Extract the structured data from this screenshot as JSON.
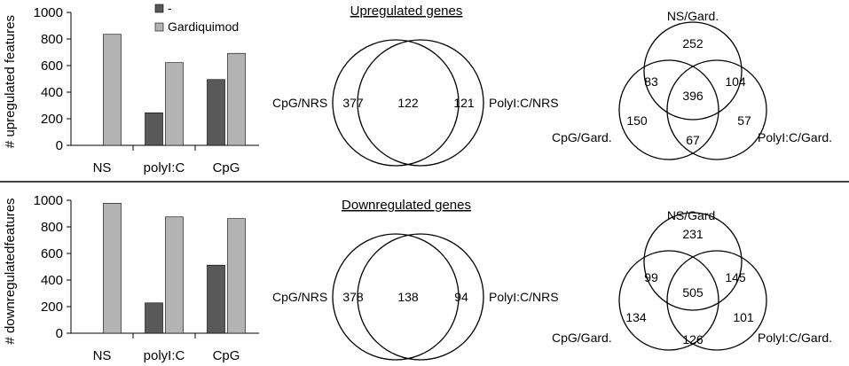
{
  "chart_data": [
    {
      "type": "bar",
      "panel": "upregulated",
      "categories": [
        "NS",
        "polyI:C",
        "CpG"
      ],
      "series": [
        {
          "name": "-",
          "color": "#595959",
          "values": [
            null,
            245,
            495
          ]
        },
        {
          "name": "Gardiquimod",
          "color": "#b3b3b3",
          "values": [
            835,
            622,
            692
          ]
        }
      ],
      "title": "",
      "xlabel": "",
      "ylabel": "# upregulated features",
      "ylim": [
        0,
        1000
      ],
      "yticks": [
        0,
        200,
        400,
        600,
        800,
        1000
      ],
      "grid": false,
      "legend": "top-right"
    },
    {
      "type": "bar",
      "panel": "downregulated",
      "categories": [
        "NS",
        "polyI:C",
        "CpG"
      ],
      "series": [
        {
          "name": "-",
          "color": "#595959",
          "values": [
            null,
            228,
            512
          ]
        },
        {
          "name": "Gardiquimod",
          "color": "#b3b3b3",
          "values": [
            978,
            875,
            862
          ]
        }
      ],
      "title": "",
      "xlabel": "",
      "ylabel": "# downregulatedfeatures",
      "ylim": [
        0,
        1000
      ],
      "yticks": [
        0,
        200,
        400,
        600,
        800,
        1000
      ],
      "grid": false,
      "legend": "none"
    }
  ],
  "venn": {
    "up": {
      "title": "Upregulated genes",
      "two_set": {
        "left_label": "CpG/NRS",
        "right_label": "PolyI:C/NRS",
        "left": "377",
        "both": "122",
        "right": "121"
      },
      "three_set": {
        "top_label": "NS/Gard.",
        "left_label": "CpG/Gard.",
        "right_label": "PolyI:C/Gard.",
        "top": "252",
        "left": "150",
        "right": "57",
        "top_left": "83",
        "top_right": "104",
        "left_right": "67",
        "center": "396"
      }
    },
    "down": {
      "title": "Downregulated genes",
      "two_set": {
        "left_label": "CpG/NRS",
        "right_label": "PolyI:C/NRS",
        "left": "378",
        "both": "138",
        "right": "94"
      },
      "three_set": {
        "top_label": "NS/Gard.",
        "left_label": "CpG/Gard.",
        "right_label": "PolyI:C/Gard.",
        "top": "231",
        "left": "134",
        "right": "101",
        "top_left": "99",
        "top_right": "145",
        "left_right": "126",
        "center": "505"
      }
    }
  }
}
